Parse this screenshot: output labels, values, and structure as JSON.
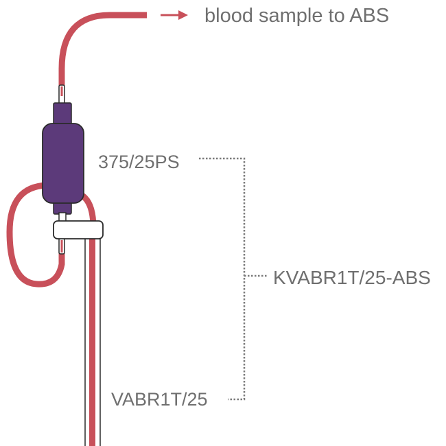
{
  "labels": {
    "flow": "blood sample to ABS",
    "probe": "375/25PS",
    "kit": "KVABR1T/25-ABS",
    "catheter": "VABR1T/25"
  },
  "colors": {
    "tubing": "#c8505a",
    "sensor_body": "#5c3a7a",
    "outline": "#2a2a2a",
    "label_text": "#6f6f6f",
    "leader": "#7a7a7a",
    "clamp": "#ffffff"
  },
  "icons": {
    "flow_arrow": "right-arrow-icon"
  }
}
